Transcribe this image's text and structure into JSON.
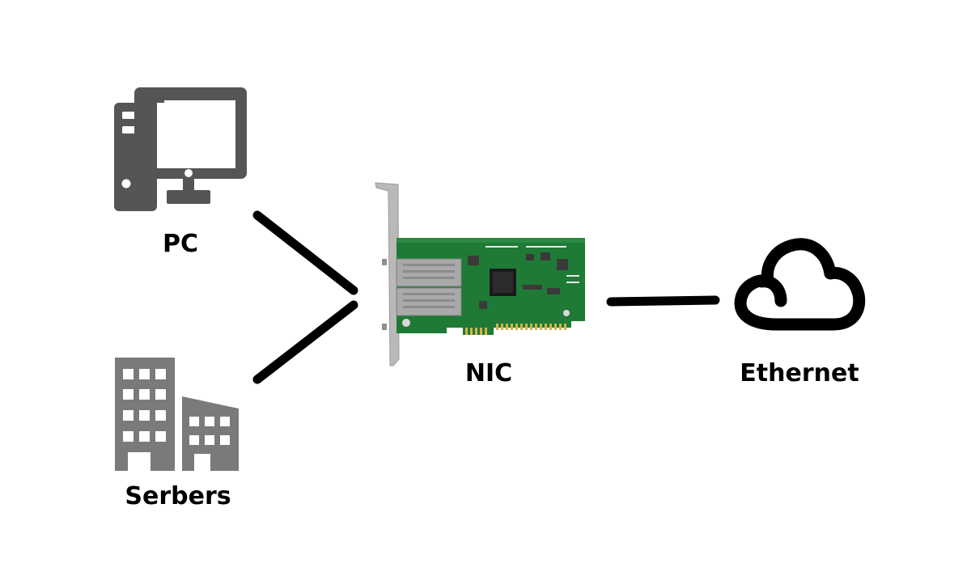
{
  "nodes": [
    {
      "id": "pc",
      "label": "PC",
      "icon": "desktop-computer-icon"
    },
    {
      "id": "servers",
      "label": "Serbers",
      "icon": "buildings-icon"
    },
    {
      "id": "nic",
      "label": "NIC",
      "icon": "network-interface-card-image"
    },
    {
      "id": "ethernet",
      "label": "Ethernet",
      "icon": "cloud-icon"
    }
  ],
  "edges": [
    {
      "from": "pc",
      "to": "nic"
    },
    {
      "from": "servers",
      "to": "nic"
    },
    {
      "from": "nic",
      "to": "ethernet"
    }
  ],
  "colors": {
    "icon_gray": "#555555",
    "building_gray": "#7a7a7a",
    "connector": "#000000",
    "pcb_green": "#1f7a36",
    "bracket": "#b9b9b9"
  }
}
